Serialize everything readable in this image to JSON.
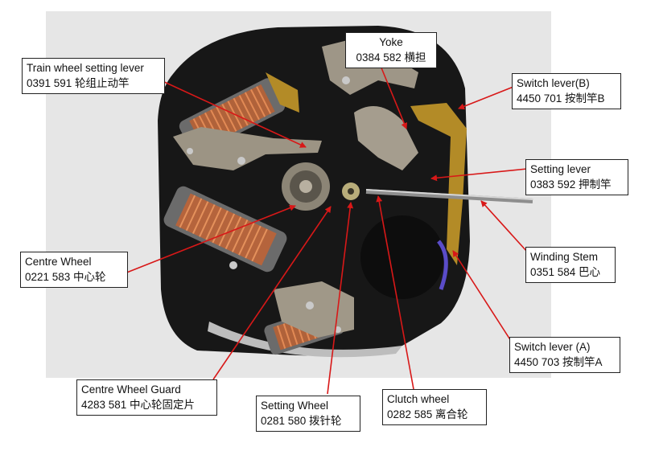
{
  "diagram": {
    "colors": {
      "background": "#ffffff",
      "photo_bg": "#e6e6e6",
      "movement": "#161616",
      "arrow": "#d81818",
      "label_border": "#222222"
    },
    "callouts": [
      {
        "id": "yoke",
        "name": "Yoke",
        "code": "0384 582  横担"
      },
      {
        "id": "train-wheel-setting-lever",
        "name": "Train wheel setting lever",
        "code": "0391 591  轮组止动竿"
      },
      {
        "id": "switch-lever-b",
        "name": "Switch lever(B)",
        "code": "4450 701  按制竿B"
      },
      {
        "id": "setting-lever",
        "name": "Setting lever",
        "code": "0383 592  押制竿"
      },
      {
        "id": "winding-stem",
        "name": "Winding Stem",
        "code": "0351 584  巴心"
      },
      {
        "id": "centre-wheel",
        "name": "Centre Wheel",
        "code": "0221 583    中心轮"
      },
      {
        "id": "switch-lever-a",
        "name": "Switch lever (A)",
        "code": "4450 703  按制竿A"
      },
      {
        "id": "centre-wheel-guard",
        "name": "Centre Wheel Guard",
        "code": "4283 581  中心轮固定片"
      },
      {
        "id": "setting-wheel",
        "name": "Setting Wheel",
        "code": "0281 580  拨针轮"
      },
      {
        "id": "clutch-wheel",
        "name": "Clutch wheel",
        "code": "0282 585  离合轮"
      }
    ]
  }
}
